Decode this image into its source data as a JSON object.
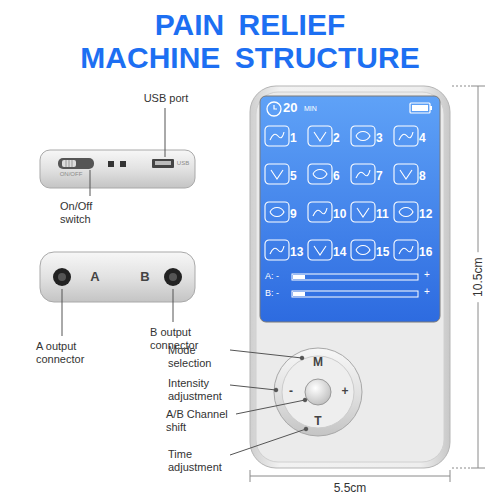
{
  "diagram": {
    "title": "PAIN RELIEF MACHINE STRUCTURE",
    "labels": [
      "USB port",
      "USB",
      "ON/OFF",
      "On/Off switch",
      "A",
      "B",
      "B output connector",
      "A output connector",
      "20",
      "MIN",
      "1",
      "2",
      "3",
      "4",
      "5",
      "6",
      "7",
      "8",
      "9",
      "10",
      "11",
      "12",
      "13",
      "14",
      "15",
      "16",
      "A: -",
      "+",
      "B: -",
      "+",
      "M",
      "-",
      "+",
      "T",
      "Mode selection",
      "Intensity adjustment",
      "A/B Channel shift",
      "Time adjustment",
      "10.5cm",
      "5.5cm"
    ]
  }
}
